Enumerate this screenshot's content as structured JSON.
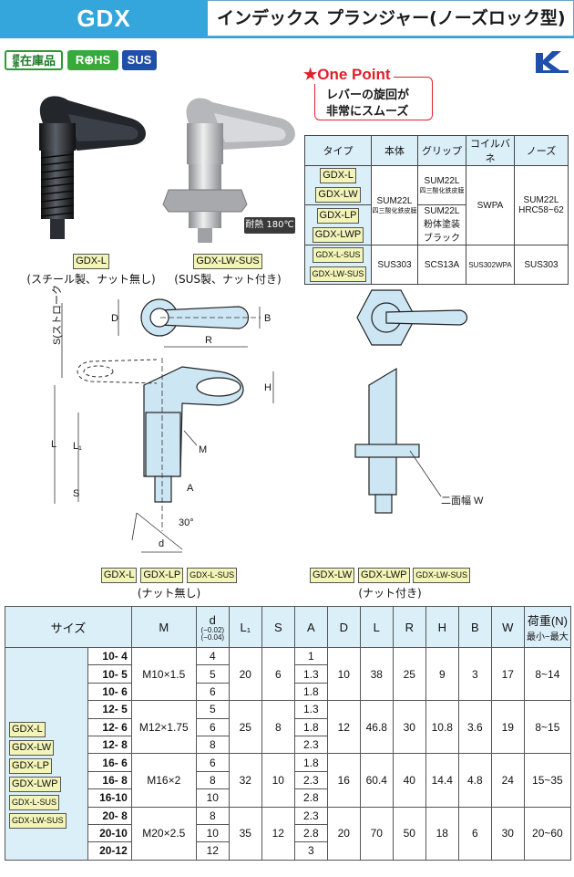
{
  "header": {
    "code": "GDX",
    "title": "インデックス プランジャー(ノーズロック型)"
  },
  "badges": {
    "stock_small": "標準",
    "stock": "在庫品",
    "rohs": "R⊕HS",
    "sus": "SUS"
  },
  "one_point": {
    "title": "★One Point",
    "line1": "レバーの旋回が",
    "line2": "非常にスムーズ"
  },
  "heat_badge": "耐熱 180℃",
  "photos": [
    {
      "model": "GDX-L",
      "caption": "(スチール製、ナット無し)"
    },
    {
      "model": "GDX-LW-SUS",
      "caption": "(SUS製、ナット付き)"
    }
  ],
  "spec_table": {
    "headers": [
      "タイプ",
      "本体",
      "グリップ",
      "コイルバネ",
      "ノーズ"
    ],
    "types_a": [
      "GDX-L",
      "GDX-LW"
    ],
    "types_b": [
      "GDX-LP",
      "GDX-LWP"
    ],
    "types_c": [
      "GDX-L-SUS",
      "GDX-LW-SUS"
    ],
    "body_ab": "SUM22L",
    "body_ab_sub": "四三酸化鉄皮膜",
    "grip_a": "SUM22L",
    "grip_a_sub": "四三酸化鉄皮膜",
    "grip_b1": "SUM22L",
    "grip_b2": "粉体塗装",
    "grip_b3": "ブラック",
    "spring_ab": "SWPA",
    "nose_ab1": "SUM22L",
    "nose_ab2": "HRC58~62",
    "body_c": "SUS303",
    "grip_c": "SCS13A",
    "spring_c": "SUS302WPA",
    "nose_c": "SUS303"
  },
  "drawing": {
    "labels": {
      "D": "D",
      "B": "B",
      "S_stroke": "S(ストローク)",
      "R": "R",
      "H": "H",
      "L": "L",
      "L1": "L₁",
      "S": "S",
      "M": "M",
      "A": "A",
      "angle": "30°",
      "d": "d",
      "width_w": "二面幅 W"
    },
    "group_left": [
      "GDX-L",
      "GDX-LP",
      "GDX-L-SUS"
    ],
    "group_left_caption": "(ナット無し)",
    "group_right": [
      "GDX-LW",
      "GDX-LWP",
      "GDX-LW-SUS"
    ],
    "group_right_caption": "(ナット付き)"
  },
  "main_table": {
    "headers": {
      "size": "サイズ",
      "M": "M",
      "d": "d",
      "d_tol_top": "(−0.02)",
      "d_tol_bot": "(−0.04)",
      "L1": "L₁",
      "S": "S",
      "A": "A",
      "D": "D",
      "L": "L",
      "R": "R",
      "H": "H",
      "B": "B",
      "W": "W",
      "load": "荷重(N)",
      "load_sub": "最小~最大"
    },
    "models": [
      "GDX-L",
      "GDX-LW",
      "GDX-LP",
      "GDX-LWP",
      "GDX-L-SUS",
      "GDX-LW-SUS"
    ],
    "groups": [
      {
        "M": "M10×1.5",
        "L1": "20",
        "S": "6",
        "D": "10",
        "L": "38",
        "R": "25",
        "H": "9",
        "B": "3",
        "W": "17",
        "load": "8~14",
        "rows": [
          {
            "size": "10- 4",
            "d": "4",
            "A": "1"
          },
          {
            "size": "10- 5",
            "d": "5",
            "A": "1.3"
          },
          {
            "size": "10- 6",
            "d": "6",
            "A": "1.8"
          }
        ]
      },
      {
        "M": "M12×1.75",
        "L1": "25",
        "S": "8",
        "D": "12",
        "L": "46.8",
        "R": "30",
        "H": "10.8",
        "B": "3.6",
        "W": "19",
        "load": "8~15",
        "rows": [
          {
            "size": "12- 5",
            "d": "5",
            "A": "1.3"
          },
          {
            "size": "12- 6",
            "d": "6",
            "A": "1.8"
          },
          {
            "size": "12- 8",
            "d": "8",
            "A": "2.3"
          }
        ]
      },
      {
        "M": "M16×2",
        "L1": "32",
        "S": "10",
        "D": "16",
        "L": "60.4",
        "R": "40",
        "H": "14.4",
        "B": "4.8",
        "W": "24",
        "load": "15~35",
        "rows": [
          {
            "size": "16- 6",
            "d": "6",
            "A": "1.8"
          },
          {
            "size": "16- 8",
            "d": "8",
            "A": "2.3"
          },
          {
            "size": "16-10",
            "d": "10",
            "A": "2.8"
          }
        ]
      },
      {
        "M": "M20×2.5",
        "L1": "35",
        "S": "12",
        "D": "20",
        "L": "70",
        "R": "50",
        "H": "18",
        "B": "6",
        "W": "30",
        "load": "20~60",
        "rows": [
          {
            "size": "20- 8",
            "d": "8",
            "A": "2.3"
          },
          {
            "size": "20-10",
            "d": "10",
            "A": "2.8"
          },
          {
            "size": "20-12",
            "d": "12",
            "A": "3"
          }
        ]
      }
    ]
  }
}
